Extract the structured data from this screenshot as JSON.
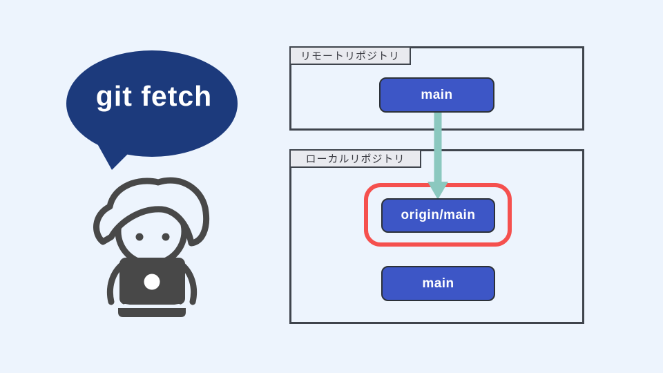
{
  "background_color": "#edf4fd",
  "speech_bubble": {
    "text": "git fetch",
    "bg_color": "#1c3a7c",
    "text_color": "#ffffff"
  },
  "person_icon": "person-at-laptop",
  "diagram": {
    "remote_repo": {
      "label": "リモートリポジトリ",
      "branches": [
        {
          "name": "main",
          "highlighted": false
        }
      ]
    },
    "local_repo": {
      "label": "ローカルリポジトリ",
      "branches": [
        {
          "name": "origin/main",
          "highlighted": true
        },
        {
          "name": "main",
          "highlighted": false
        }
      ]
    },
    "arrow": {
      "from": "remote-main",
      "to": "origin/main",
      "direction": "down",
      "color": "#8bc8bf"
    },
    "colors": {
      "branch_bg": "#3d56c6",
      "branch_text": "#ffffff",
      "box_border": "#3f444c",
      "label_bg": "#e9eaef",
      "highlight_red": "#f5504e",
      "person_gray": "#484848"
    }
  }
}
